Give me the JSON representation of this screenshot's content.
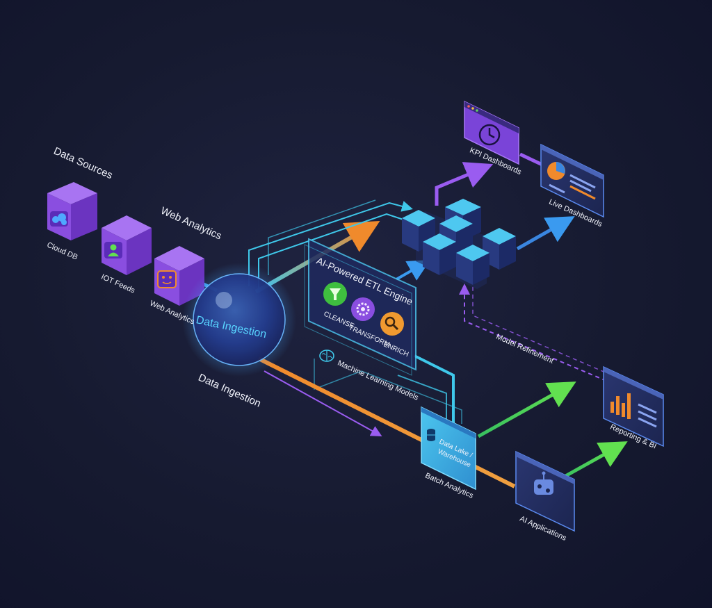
{
  "labels": {
    "data_sources": "Data Sources",
    "web_analytics_heading": "Web Analytics",
    "cloud_db": "Cloud DB",
    "iot_feeds": "IOT Feeds",
    "web_analytics_box": "Web Analytics",
    "data_ingestion_sphere": "Data Ingestion",
    "data_ingestion_caption": "Data Ingestion",
    "etl_title": "AI-Powered ETL Engine",
    "cleanse": "CLEANSE",
    "transform": "TRANSFORM",
    "enrich": "ENRICH",
    "ml_models": "Machine Learning Models",
    "model_refinement": "Model Refinement",
    "kpi_dashboards": "KPI Dashboards",
    "live_dashboards": "Live Dashboards",
    "data_lake_line1": "Data Lake /",
    "data_lake_line2": "Warehouse",
    "batch_analytics": "Batch Analytics",
    "reporting_bi": "Reporting & BI",
    "ai_applications": "AI Applications"
  },
  "icons": {
    "cloud_db": "cloud-icon",
    "iot_feeds": "person-icon",
    "web_analytics": "analytics-icon",
    "cleanse": "funnel-icon",
    "transform": "gear-icon",
    "enrich": "magnifier-icon",
    "ml": "brain-icon",
    "kpi": "clock-icon",
    "live": "pie-chart-icon",
    "data_lake": "database-icon",
    "reporting": "bar-chart-icon",
    "ai_apps": "robot-icon"
  },
  "colors": {
    "source_box": "#8a4ee0",
    "cyan": "#3fc8ea",
    "orange": "#f08a2c",
    "violet": "#8a52e6",
    "green": "#4bd65a",
    "blue": "#3a86e0"
  }
}
